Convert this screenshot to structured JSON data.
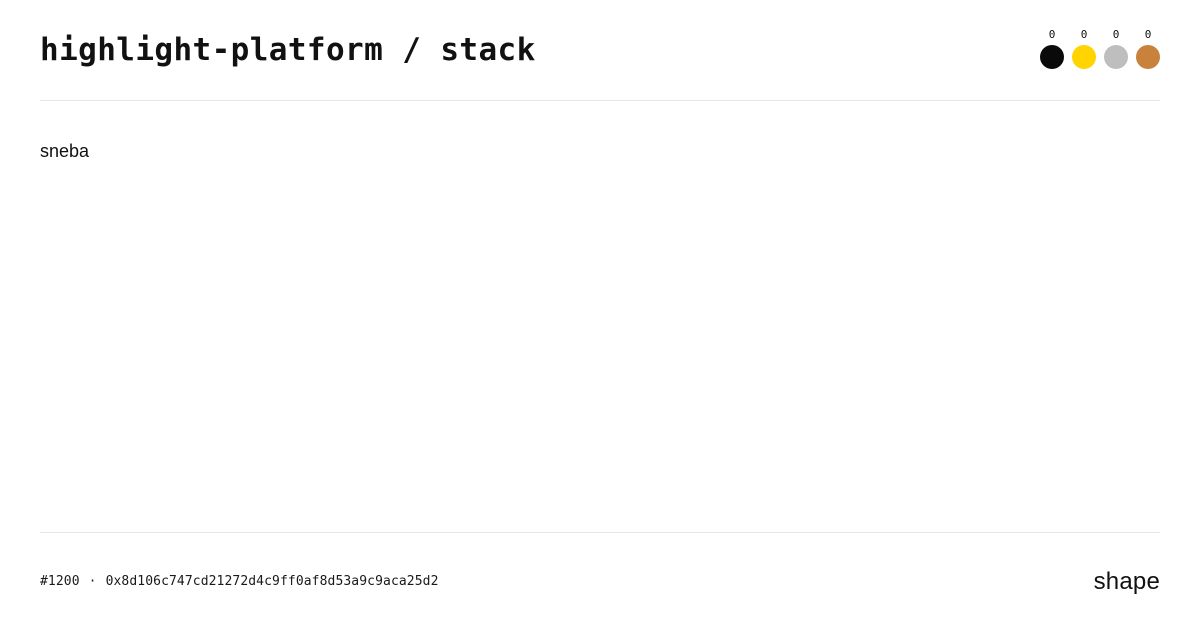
{
  "header": {
    "title": "highlight-platform / stack",
    "medals": [
      {
        "name": "black",
        "count": "0",
        "color": "#0a0a0a"
      },
      {
        "name": "gold",
        "count": "0",
        "color": "#FFD400"
      },
      {
        "name": "silver",
        "count": "0",
        "color": "#BEBEBE"
      },
      {
        "name": "bronze",
        "count": "0",
        "color": "#C8823C"
      }
    ]
  },
  "main": {
    "text": "sneba"
  },
  "footer": {
    "index": "#1200",
    "separator": "·",
    "hash": "0x8d106c747cd21272d4c9ff0af8d53a9c9aca25d2",
    "brand": "shape"
  },
  "theme": {
    "background": "#ffffff",
    "text": "#111111",
    "divider": "#e6e6e6"
  }
}
